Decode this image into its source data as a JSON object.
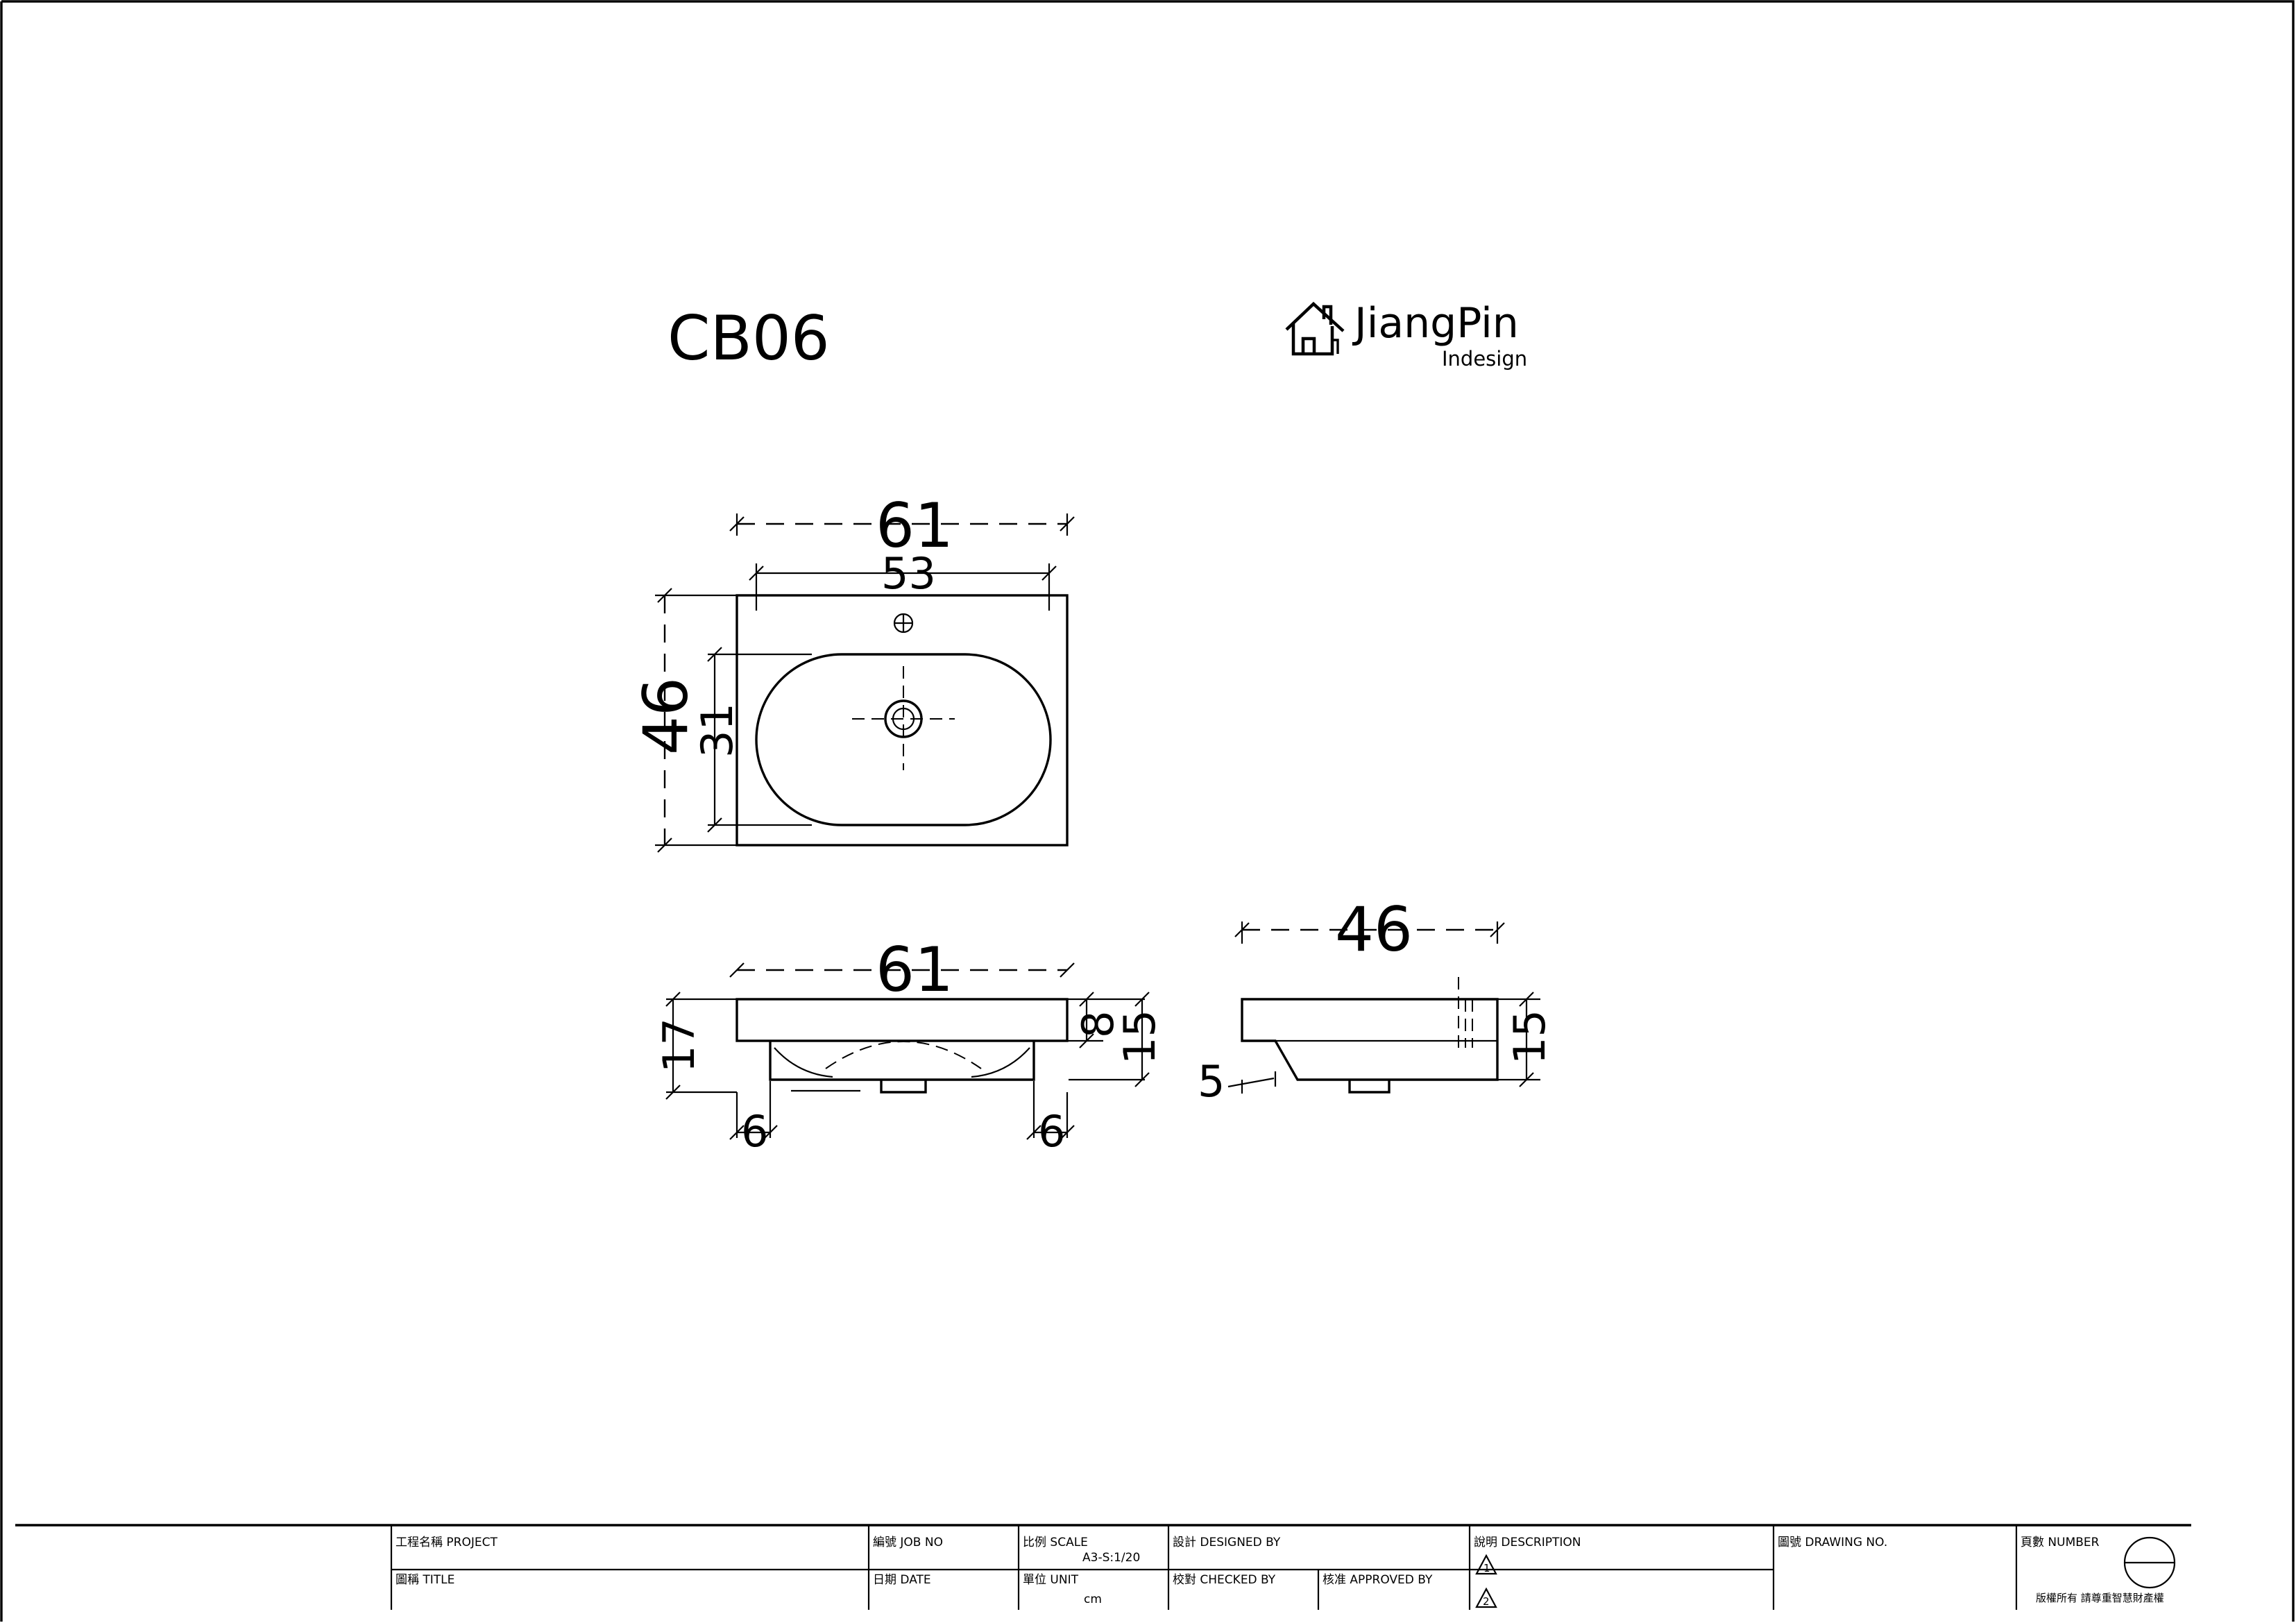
{
  "model": "CB06",
  "brand": {
    "name": "JiangPin",
    "tagline": "Indesign",
    "logo_icon": "house-icon"
  },
  "views": {
    "top": {
      "overall_width": "61",
      "inner_width": "53",
      "overall_depth": "46",
      "bowl_depth": "31"
    },
    "front": {
      "overall_width": "61",
      "height_total": "17",
      "height_body": "15",
      "rim": "8",
      "left_offset": "6",
      "right_offset": "6"
    },
    "side": {
      "depth": "46",
      "height": "15",
      "slope": "5"
    }
  },
  "title_block": {
    "project": "工程名稱 PROJECT",
    "title": "圖稱 TITLE",
    "job_no": "編號 JOB NO",
    "date": "日期 DATE",
    "scale_label": "比例 SCALE",
    "scale_value": "A3-S:1/20",
    "unit_label": "單位 UNIT",
    "unit_value": "cm",
    "designed_by": "設計 DESIGNED BY",
    "checked_by": "校對 CHECKED BY",
    "approved_by": "核准 APPROVED BY",
    "description": "說明 DESCRIPTION",
    "rev1": "1",
    "rev2": "2",
    "drawing_no": "圖號 DRAWING NO.",
    "number": "頁數 NUMBER",
    "copyright": "版權所有 請尊重智慧財產權"
  }
}
